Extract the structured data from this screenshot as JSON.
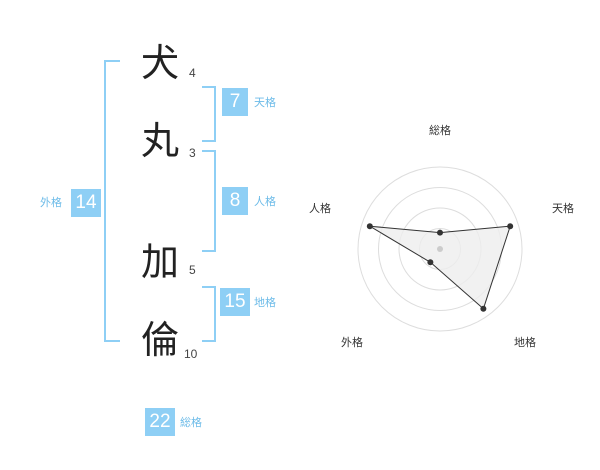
{
  "name": {
    "characters": [
      {
        "char": "犬",
        "strokes": "4"
      },
      {
        "char": "丸",
        "strokes": "3"
      },
      {
        "char": "加",
        "strokes": "5"
      },
      {
        "char": "倫",
        "strokes": "10"
      }
    ]
  },
  "fortunes": {
    "tenkaku": {
      "label": "天格",
      "value": "7"
    },
    "jinkaku": {
      "label": "人格",
      "value": "8"
    },
    "chikaku": {
      "label": "地格",
      "value": "15"
    },
    "gaikaku": {
      "label": "外格",
      "value": "14"
    },
    "soukaku": {
      "label": "総格",
      "value": "22"
    }
  },
  "radar": {
    "axes": [
      "総格",
      "天格",
      "地格",
      "外格",
      "人格"
    ],
    "values": [
      0.2,
      0.9,
      0.9,
      0.2,
      0.9
    ],
    "rings": 4,
    "colors": {
      "fill": "#eeeeee",
      "line": "#333333",
      "ring": "#dddddd",
      "center": "#cccccc"
    }
  }
}
